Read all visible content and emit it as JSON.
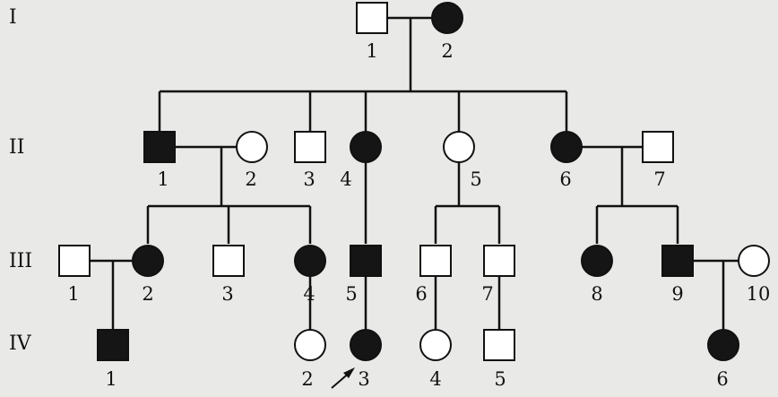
{
  "colors": {
    "affected": "#151515",
    "unaffected": "#ffffff",
    "line": "#111111",
    "background": "#e9e9e7"
  },
  "generations": [
    {
      "label": "I",
      "individuals": [
        {
          "number": "1",
          "sex": "male",
          "affected": false
        },
        {
          "number": "2",
          "sex": "female",
          "affected": true
        }
      ]
    },
    {
      "label": "II",
      "individuals": [
        {
          "number": "1",
          "sex": "male",
          "affected": true
        },
        {
          "number": "2",
          "sex": "female",
          "affected": false
        },
        {
          "number": "3",
          "sex": "male",
          "affected": false
        },
        {
          "number": "4",
          "sex": "female",
          "affected": true
        },
        {
          "number": "5",
          "sex": "female",
          "affected": false
        },
        {
          "number": "6",
          "sex": "female",
          "affected": true
        },
        {
          "number": "7",
          "sex": "male",
          "affected": false
        }
      ]
    },
    {
      "label": "III",
      "individuals": [
        {
          "number": "1",
          "sex": "male",
          "affected": false
        },
        {
          "number": "2",
          "sex": "female",
          "affected": true
        },
        {
          "number": "3",
          "sex": "male",
          "affected": false
        },
        {
          "number": "4",
          "sex": "female",
          "affected": true
        },
        {
          "number": "5",
          "sex": "male",
          "affected": true
        },
        {
          "number": "6",
          "sex": "male",
          "affected": false
        },
        {
          "number": "7",
          "sex": "male",
          "affected": false
        },
        {
          "number": "8",
          "sex": "female",
          "affected": true
        },
        {
          "number": "9",
          "sex": "male",
          "affected": true
        },
        {
          "number": "10",
          "sex": "female",
          "affected": false
        }
      ]
    },
    {
      "label": "IV",
      "individuals": [
        {
          "number": "1",
          "sex": "male",
          "affected": true
        },
        {
          "number": "2",
          "sex": "female",
          "affected": false
        },
        {
          "number": "3",
          "sex": "female",
          "affected": true,
          "proband": true
        },
        {
          "number": "4",
          "sex": "female",
          "affected": false
        },
        {
          "number": "5",
          "sex": "male",
          "affected": false
        },
        {
          "number": "6",
          "sex": "female",
          "affected": true
        }
      ]
    }
  ]
}
